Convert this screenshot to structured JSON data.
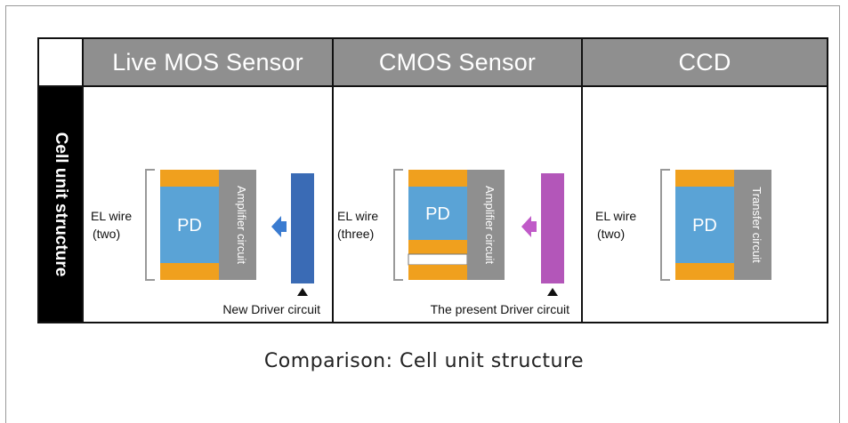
{
  "columns": [
    {
      "title": "Live MOS Sensor",
      "pd_label": "PD",
      "circuit_label": "Amplifier circuit",
      "el_wire": "EL wire",
      "el_count": "(two)",
      "driver_label": "New Driver circuit",
      "driver_color": "#3a6bb5"
    },
    {
      "title": "CMOS Sensor",
      "pd_label": "PD",
      "circuit_label": "Amplifier circuit",
      "el_wire": "EL wire",
      "el_count": "(three)",
      "driver_label": "The present Driver circuit",
      "driver_color": "#b356b9"
    },
    {
      "title": "CCD",
      "pd_label": "PD",
      "circuit_label": "Transfer circuit",
      "el_wire": "EL wire",
      "el_count": "(two)"
    }
  ],
  "row_label": "Cell unit structure",
  "caption": "Comparison: Cell unit structure",
  "colors": {
    "header_bg": "#8f8f8f",
    "pd": "#5aa3d6",
    "el_wire_bar": "#f0a01e",
    "circuit": "#8f8f8f",
    "live_arrow": "#3a7bd0",
    "cmos_arrow": "#c05ac8"
  }
}
